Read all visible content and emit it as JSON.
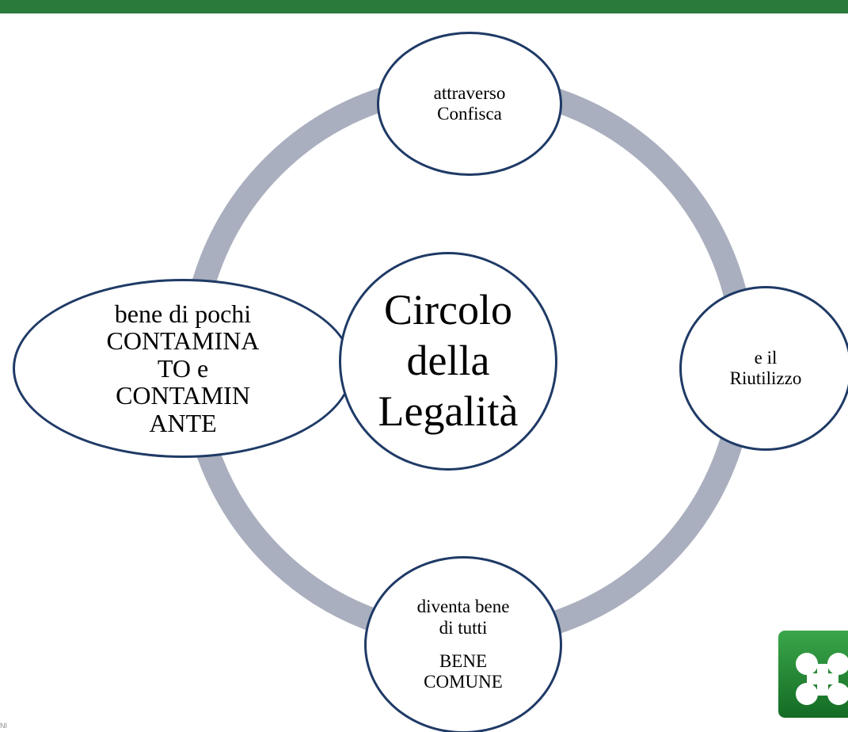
{
  "colors": {
    "header_bar": "#2a7a3b",
    "ring": "#a9afbe",
    "node_border": "#1f3a66",
    "logo_green": "#1f8a2e"
  },
  "diagram": {
    "center": {
      "lines": [
        "Circolo",
        "della",
        "Legalità"
      ]
    },
    "nodes": {
      "top": {
        "lines": [
          "attraverso",
          "Confisca"
        ]
      },
      "right": {
        "lines": [
          "e il",
          "Riutilizzo"
        ]
      },
      "bottom": {
        "lines": [
          "diventa bene",
          "di tutti",
          "BENE",
          "COMUNE"
        ]
      },
      "left": {
        "lines": [
          "bene di pochi",
          "CONTAMINA",
          "TO e",
          "CONTAMIN",
          "ANTE"
        ]
      }
    }
  },
  "footer": {
    "corner_text": "NI"
  },
  "logo": {
    "icon": "regione-lombardia-rosa-camuna-icon"
  }
}
